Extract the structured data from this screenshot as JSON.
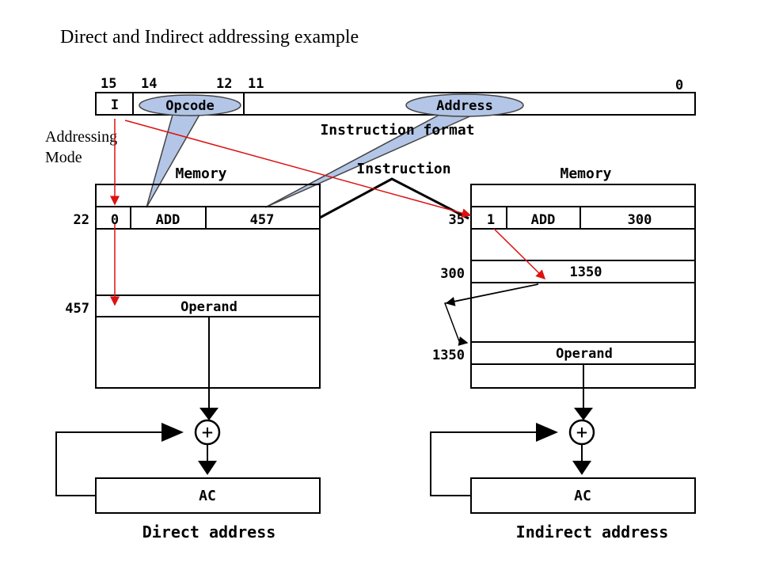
{
  "title": "Direct and Indirect addressing example",
  "addressing_mode_label": [
    "Addressing",
    "Mode"
  ],
  "instruction_format": {
    "bit_labels": {
      "b15": "15",
      "b14": "14",
      "b12": "12",
      "b11": "11",
      "b0": "0"
    },
    "field_i": "I",
    "field_opcode": "Opcode",
    "field_address": "Address",
    "caption": "Instruction format"
  },
  "instruction_label": "Instruction",
  "direct": {
    "memory_title": "Memory",
    "instr_addr": "22",
    "instr_mode": "0",
    "instr_op": "ADD",
    "instr_address": "457",
    "operand_addr": "457",
    "operand_label": "Operand",
    "ac_label": "AC",
    "caption": "Direct address"
  },
  "indirect": {
    "memory_title": "Memory",
    "instr_addr": "35",
    "instr_mode": "1",
    "instr_op": "ADD",
    "instr_address": "300",
    "pointer_addr": "300",
    "pointer_value": "1350",
    "operand_addr": "1350",
    "operand_label": "Operand",
    "ac_label": "AC",
    "caption": "Indirect address"
  },
  "adder_symbol": "+",
  "colors": {
    "accent_red": "#dd1111",
    "callout_fill": "#b4c6e7",
    "callout_stroke": "#444444"
  }
}
